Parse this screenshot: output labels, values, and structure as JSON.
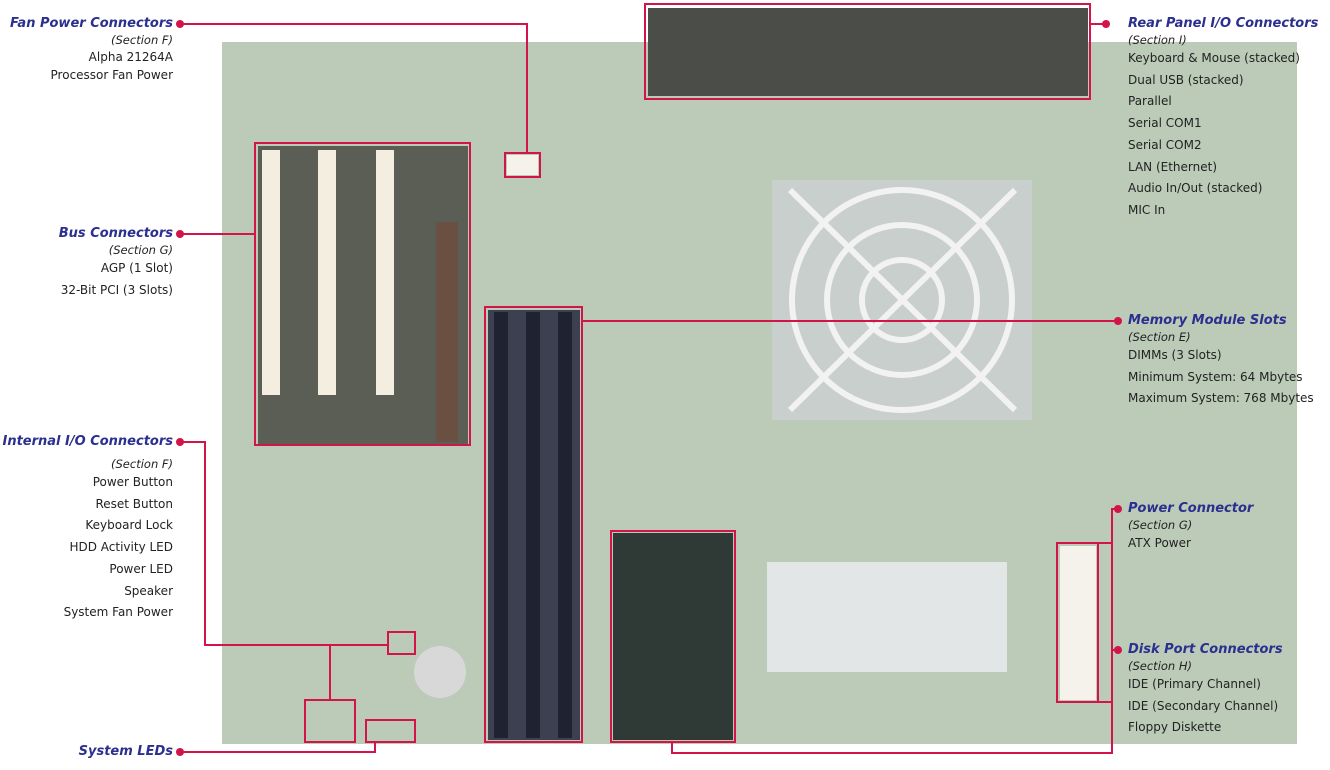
{
  "colors": {
    "title": "#2b2f8f",
    "callout": "#d2144a",
    "board": "#b9c9b5"
  },
  "callouts": {
    "fan": {
      "title": "Fan Power Connectors",
      "section": "(Section F)",
      "items": [
        "Alpha 21264A",
        "Processor Fan Power"
      ]
    },
    "bus": {
      "title": "Bus Connectors",
      "section": "(Section G)",
      "items": [
        "AGP (1 Slot)",
        "32-Bit PCI (3 Slots)"
      ]
    },
    "internal": {
      "title": "Internal I/O Connectors",
      "section": "(Section F)",
      "items": [
        "Power Button",
        "Reset Button",
        "Keyboard Lock",
        "HDD Activity LED",
        "Power LED",
        "Speaker",
        "System Fan Power"
      ]
    },
    "leds": {
      "title": "System LEDs"
    },
    "rear": {
      "title": "Rear Panel I/O Connectors",
      "section": "(Section I)",
      "items": [
        "Keyboard & Mouse (stacked)",
        "Dual USB (stacked)",
        "Parallel",
        "Serial COM1",
        "Serial COM2",
        "LAN (Ethernet)",
        "Audio In/Out (stacked)",
        "MIC In"
      ]
    },
    "memory": {
      "title": "Memory Module Slots",
      "section": "(Section E)",
      "items": [
        "DIMMs (3 Slots)",
        "Minimum System: 64 Mbytes",
        "Maximum System: 768 Mbytes"
      ]
    },
    "power": {
      "title": "Power Connector",
      "section": "(Section G)",
      "items": [
        "ATX Power"
      ]
    },
    "disk": {
      "title": "Disk Port Connectors",
      "section": "(Section H)",
      "items": [
        "IDE (Primary Channel)",
        "IDE (Secondary Channel)",
        "Floppy Diskette"
      ]
    }
  }
}
